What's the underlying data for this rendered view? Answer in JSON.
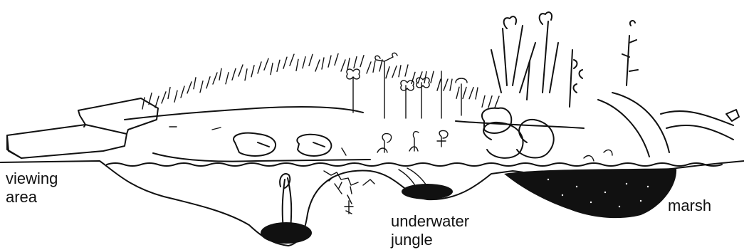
{
  "labels": {
    "viewing_area": "viewing\narea",
    "underwater_jungle": "underwater\njungle",
    "marsh": "marsh"
  },
  "colors": {
    "ink": "#111111",
    "paper": "#ffffff"
  }
}
